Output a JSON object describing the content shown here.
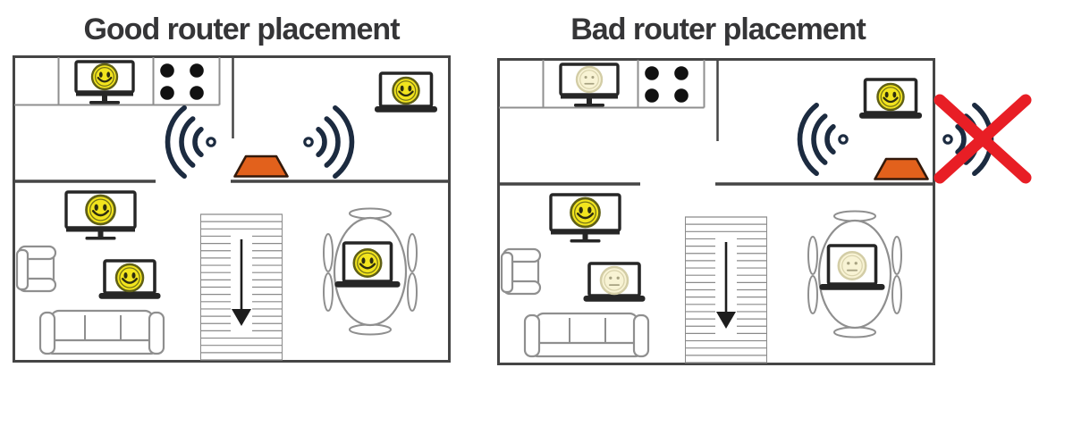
{
  "page": {
    "background": "#ffffff"
  },
  "colors": {
    "wall": "#454545",
    "furniture": "#8f8f8f",
    "device": "#262626",
    "stove_burner": "#111111",
    "stairs": "#8a8a8a",
    "arrow": "#1d1d1d",
    "wifi": "#1c2b40",
    "router_fill": "#e2611c",
    "router_stroke": "#33190a",
    "cross": "#e81e25",
    "smiley_happy_fill": "#f2e41e",
    "smiley_happy_ring": "#606016",
    "smiley_happy_face": "#2d2d10",
    "smiley_faded_fill": "#f8f3d4",
    "smiley_faded_ring": "#d3cda6",
    "smiley_faded_face": "#a7a281",
    "title_color": "#353537"
  },
  "panels": [
    {
      "id": "good",
      "title": "Good router placement",
      "router": {
        "label": "wifi-router",
        "position": "center-of-floorplan"
      },
      "wifi": {
        "left_burst": true,
        "right_burst": true,
        "blocked_outside": false
      },
      "devices": [
        {
          "name": "kitchen-tv",
          "mood": "happy"
        },
        {
          "name": "upstairs-laptop",
          "mood": "happy"
        },
        {
          "name": "living-room-tv",
          "mood": "happy"
        },
        {
          "name": "living-room-laptop",
          "mood": "happy"
        },
        {
          "name": "dining-table-laptop",
          "mood": "happy"
        }
      ]
    },
    {
      "id": "bad",
      "title": "Bad router placement",
      "router": {
        "label": "wifi-router",
        "position": "against-right-outer-wall"
      },
      "wifi": {
        "left_burst": true,
        "right_burst": true,
        "blocked_outside": true
      },
      "devices": [
        {
          "name": "kitchen-tv",
          "mood": "faded"
        },
        {
          "name": "upstairs-laptop",
          "mood": "happy"
        },
        {
          "name": "living-room-tv",
          "mood": "happy"
        },
        {
          "name": "living-room-laptop",
          "mood": "faded"
        },
        {
          "name": "dining-table-laptop",
          "mood": "faded"
        }
      ]
    }
  ]
}
